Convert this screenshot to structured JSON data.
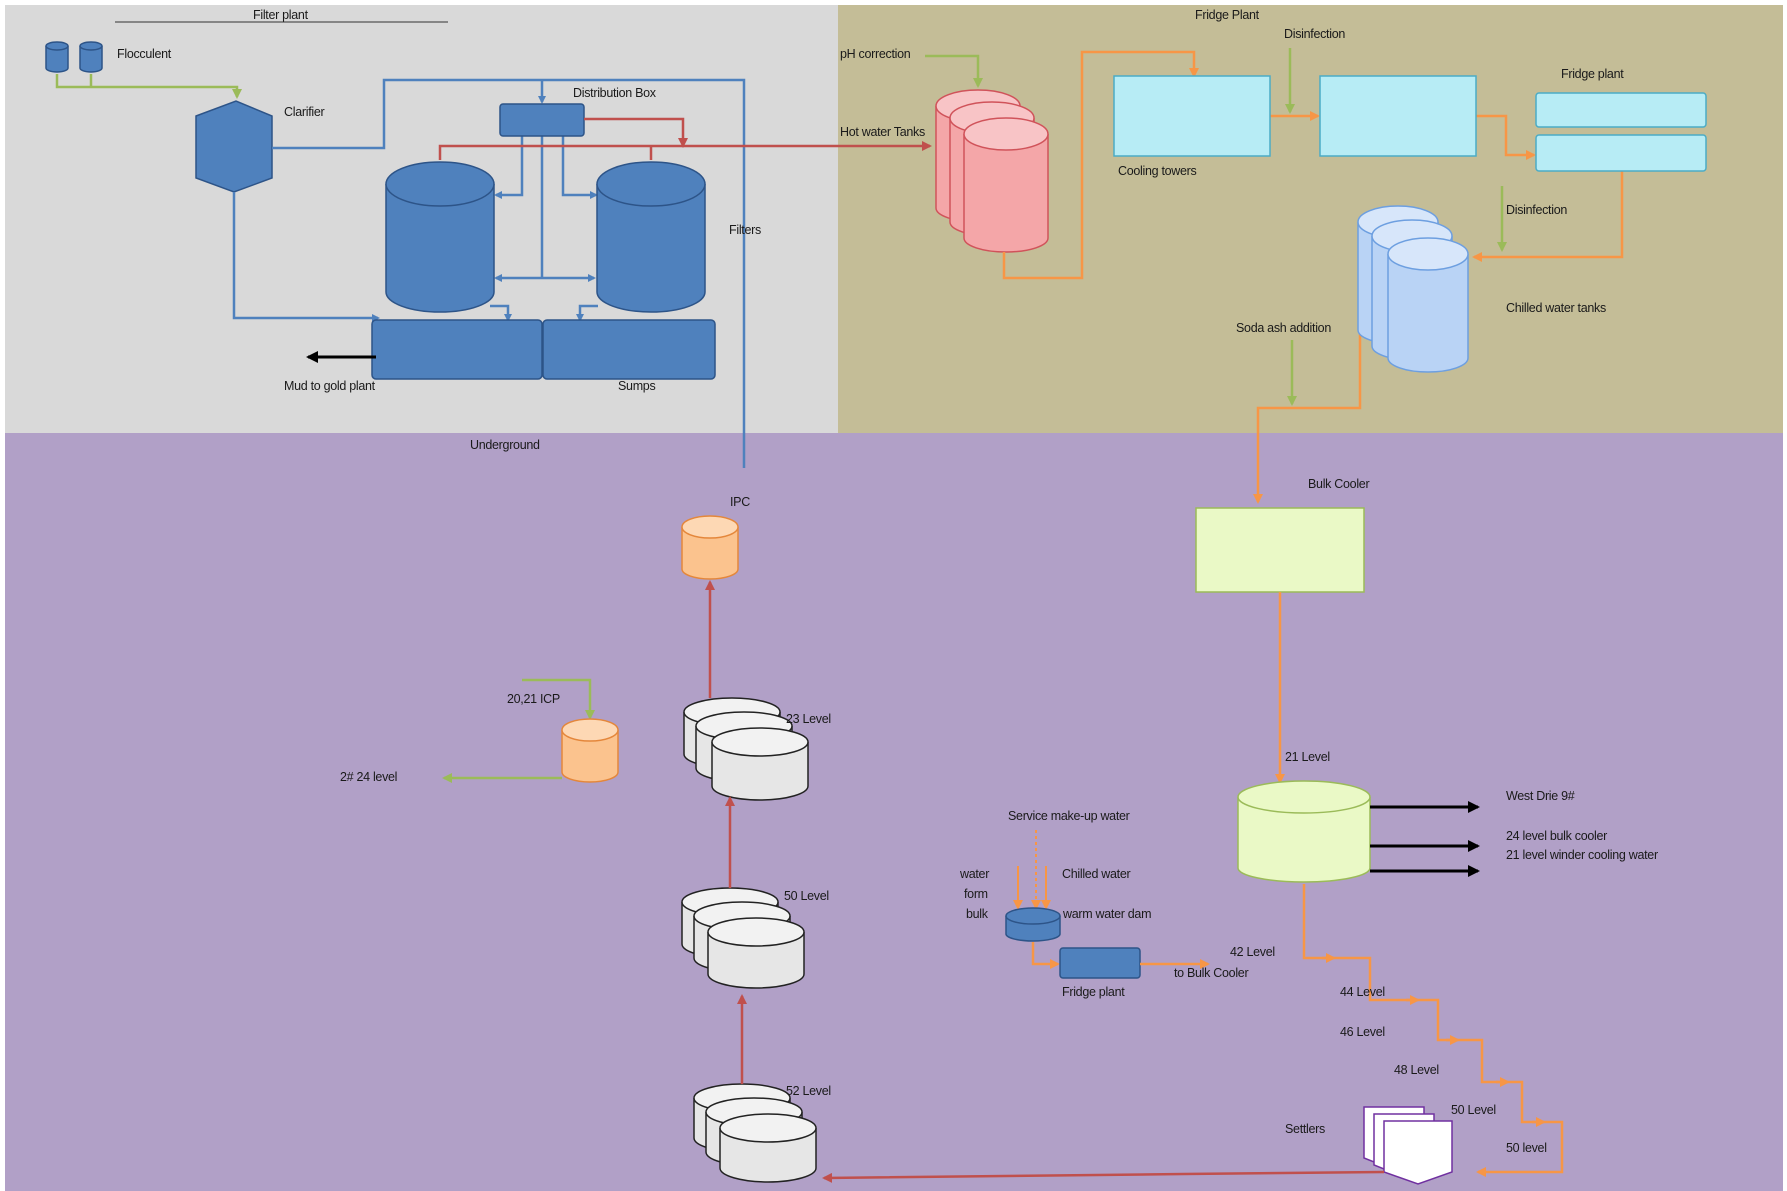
{
  "zones": {
    "filter": "Filter plant",
    "fridge": "Fridge Plant",
    "underground": "Underground"
  },
  "labels": {
    "flocculent": "Flocculent",
    "clarifier": "Clarifier",
    "distribution_box": "Distribution Box",
    "filters": "Filters",
    "mud": "Mud to gold plant",
    "sumps": "Sumps",
    "ph_correction": "pH correction",
    "hot_water_tanks": "Hot water Tanks",
    "disinfection_1": "Disinfection",
    "fridge_plant_surface": "Fridge plant",
    "cooling_towers": "Cooling towers",
    "disinfection_2": "Disinfection",
    "chilled_water_tanks": "Chilled water tanks",
    "soda_ash": "Soda ash addition",
    "bulk_cooler": "Bulk Cooler",
    "ipc": "IPC",
    "icp_2021": "20,21 ICP",
    "level_2_24": "2# 24 level",
    "level_23": "23 Level",
    "level_50a": "50 Level",
    "level_52": "52 Level",
    "level_21": "21 Level",
    "west_drie": "West Drie 9#",
    "bulk_24": "24 level bulk cooler",
    "winder_21": "21 level winder cooling water",
    "service_makeup": "Service make-up water",
    "water_form_bulk_1": "water",
    "water_form_bulk_2": "form",
    "water_form_bulk_3": "bulk",
    "chilled_water": "Chilled water",
    "warm_water_dam": "warm water dam",
    "level_42": "42 Level",
    "to_bulk_cooler": "to Bulk Cooler",
    "fridge_plant_ug": "Fridge plant",
    "level_44": "44 Level",
    "level_46": "46 Level",
    "level_48": "48 Level",
    "level_50b": "50 Level",
    "settlers": "Settlers",
    "level_50c": "50 level"
  },
  "colors": {
    "filter_zone_bg": "#d9d9d9",
    "fridge_zone_bg": "#c4bd97",
    "underground_bg": "#b1a0c7",
    "blue_equipment": "#4f81bd",
    "blue_pipe": "#4f81bd",
    "red_pipe": "#c0504d",
    "orange_pipe": "#f79646",
    "green_pipe": "#9bbb59",
    "hot_tank": "#f4a6a8",
    "cooling_tower": "#b7ecf5",
    "chilled_tank": "#b9d3f5",
    "bulk_cooler": "#eaf9c6",
    "ipc_tank": "#fbc38e",
    "level_tank": "#e6e6e6"
  }
}
